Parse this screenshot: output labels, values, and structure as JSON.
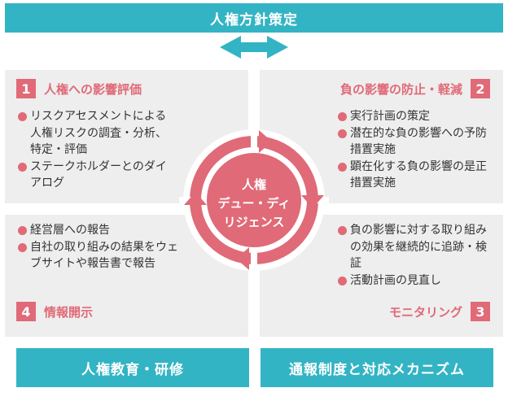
{
  "top": {
    "title": "人権方針策定"
  },
  "quadrants": [
    {
      "num": "1",
      "title": "人権への影響評価",
      "items": [
        "リスクアセスメントによる人権リスクの調査・分析、特定・評価",
        "ステークホルダーとのダイアログ"
      ]
    },
    {
      "num": "2",
      "title": "負の影響の防止・軽減",
      "items": [
        "実行計画の策定",
        "潜在的な負の影響への予防措置実施",
        "顕在化する負の影響の是正措置実施"
      ]
    },
    {
      "num": "3",
      "title": "モニタリング",
      "items": [
        "負の影響に対する取り組みの効果を継続的に追跡・検証",
        "活動計画の見直し"
      ]
    },
    {
      "num": "4",
      "title": "情報開示",
      "items": [
        "経営層への報告",
        "自社の取り組みの結果をウェブサイトや報告書で報告"
      ]
    }
  ],
  "center": {
    "line1": "人権",
    "line2": "デュー・ディ",
    "line3": "リジェンス"
  },
  "bottom": {
    "left": "人権教育・研修",
    "right": "通報制度と対応メカニズム"
  },
  "colors": {
    "teal": "#33b4c4",
    "accent": "#e06a77",
    "panel": "#eeeeee"
  }
}
